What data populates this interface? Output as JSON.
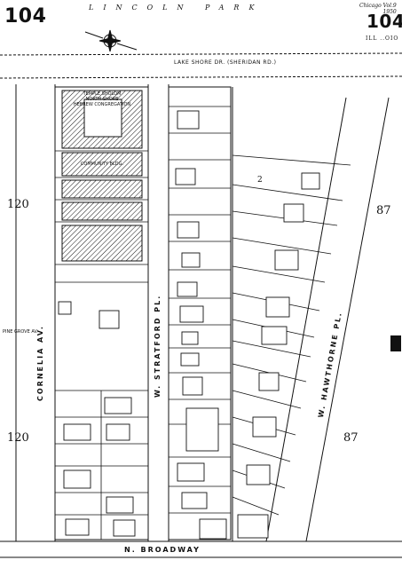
{
  "sheet": {
    "number_left": "104",
    "number_right": "104",
    "corner_note_1": "Chicago Vol.9",
    "corner_note_2": "1950",
    "corner_date": "ILL ..OIO"
  },
  "north_arrow": {
    "icon": "compass-rose-icon"
  },
  "streets": {
    "top_park": "LINCOLN PARK",
    "lake_shore": "LAKE SHORE DR. (SHERIDAN RD.)",
    "cornelia": "CORNELIA AV.",
    "stratford": "W. STRATFORD PL.",
    "hawthorne": "W. HAWTHORNE PL.",
    "broadway": "N. BROADWAY",
    "pine_grove": "PINE GROVE AV."
  },
  "blocks": {
    "left_upper": "120",
    "left_lower": "120",
    "right_upper": "87",
    "right_lower": "87",
    "lot": "2"
  },
  "buildings": {
    "temple_line_1": "TEMPLE SHOLOM",
    "temple_line_2": "NORTH SHORE",
    "temple_line_3": "HEBREW CONGREGATION",
    "community": "COMMUNITY BLDG."
  },
  "colors": {
    "ink": "#111111",
    "paper": "#ffffff"
  }
}
